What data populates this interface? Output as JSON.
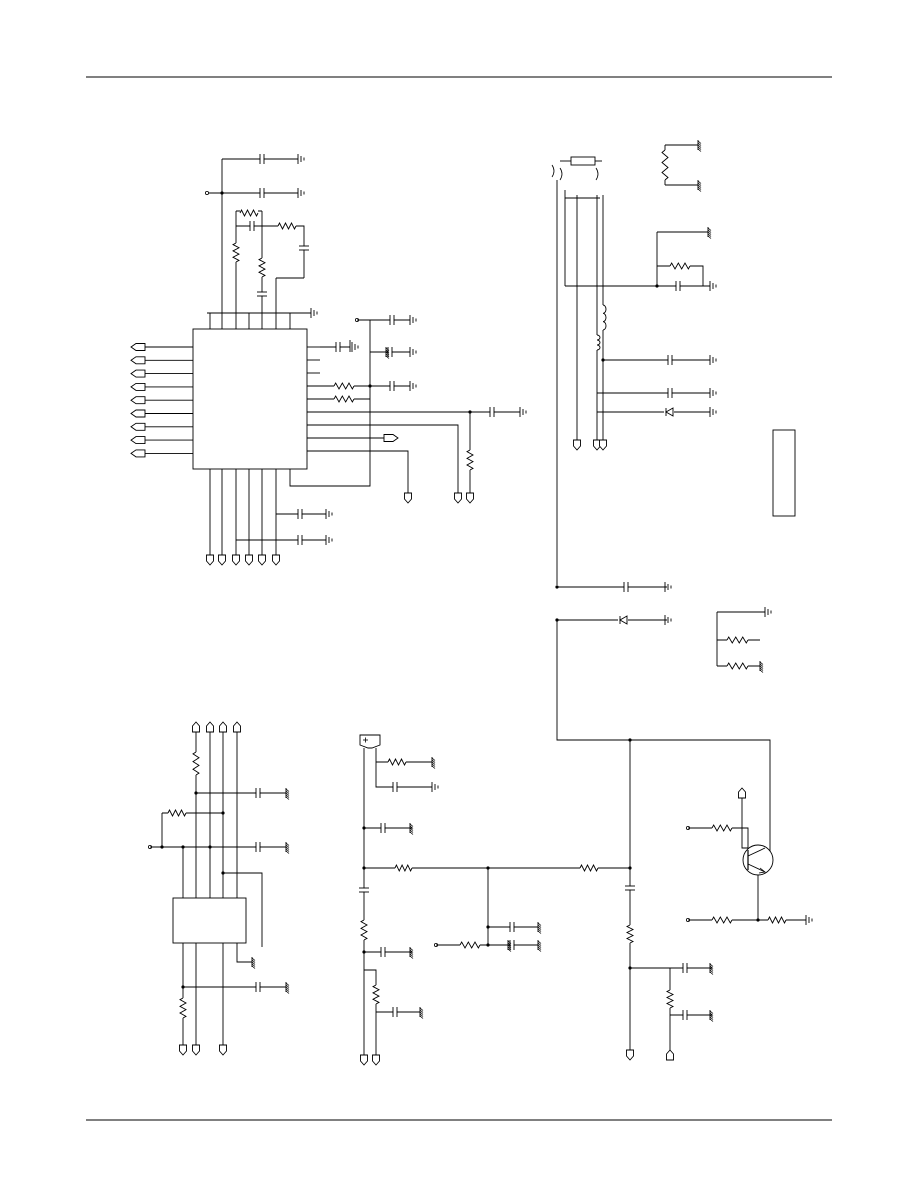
{
  "page": {
    "background": "#ffffff",
    "ink": "#000000"
  },
  "rules": {
    "header_rule": true,
    "footer_rule": true
  },
  "labels": {},
  "icons": [
    "ground-symbol",
    "chassis-ground-symbol",
    "resistor-symbol",
    "capacitor-symbol",
    "inductor-symbol",
    "diode-symbol",
    "transistor-symbol",
    "port-arrow-symbol",
    "op-amp-symbol"
  ]
}
